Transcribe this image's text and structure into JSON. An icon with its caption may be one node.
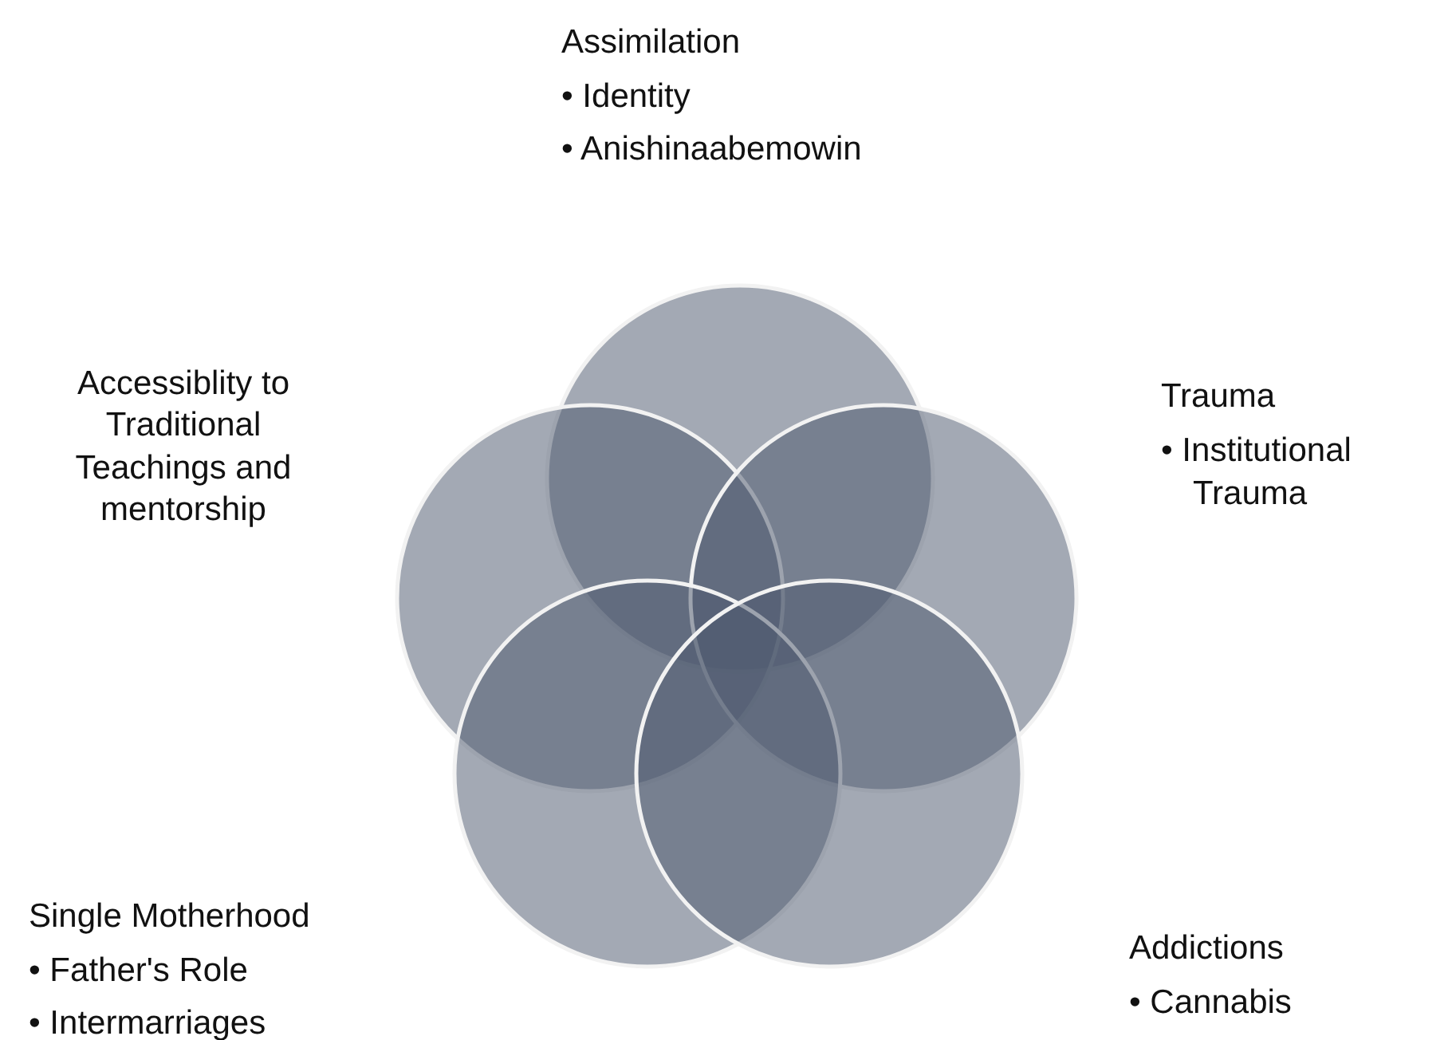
{
  "diagram": {
    "nodes": [
      {
        "text": [],
        "shape": "circle",
        "beside": [
          "Assimilation",
          "• Identity",
          "• Anishinaabemowin"
        ]
      },
      {
        "text": [],
        "shape": "circle",
        "beside": [
          "Accessiblity to Traditional Teachings and mentorship"
        ]
      },
      {
        "text": [],
        "shape": "circle",
        "beside": [
          "Trauma",
          "• Institutional Trauma"
        ]
      },
      {
        "text": [],
        "shape": "circle",
        "beside": [
          "Single Motherhood",
          "• Father's Role",
          "• Intermarriages"
        ]
      },
      {
        "text": [],
        "shape": "circle",
        "beside": [
          "Addictions",
          "• Cannabis"
        ]
      }
    ],
    "edges": []
  }
}
